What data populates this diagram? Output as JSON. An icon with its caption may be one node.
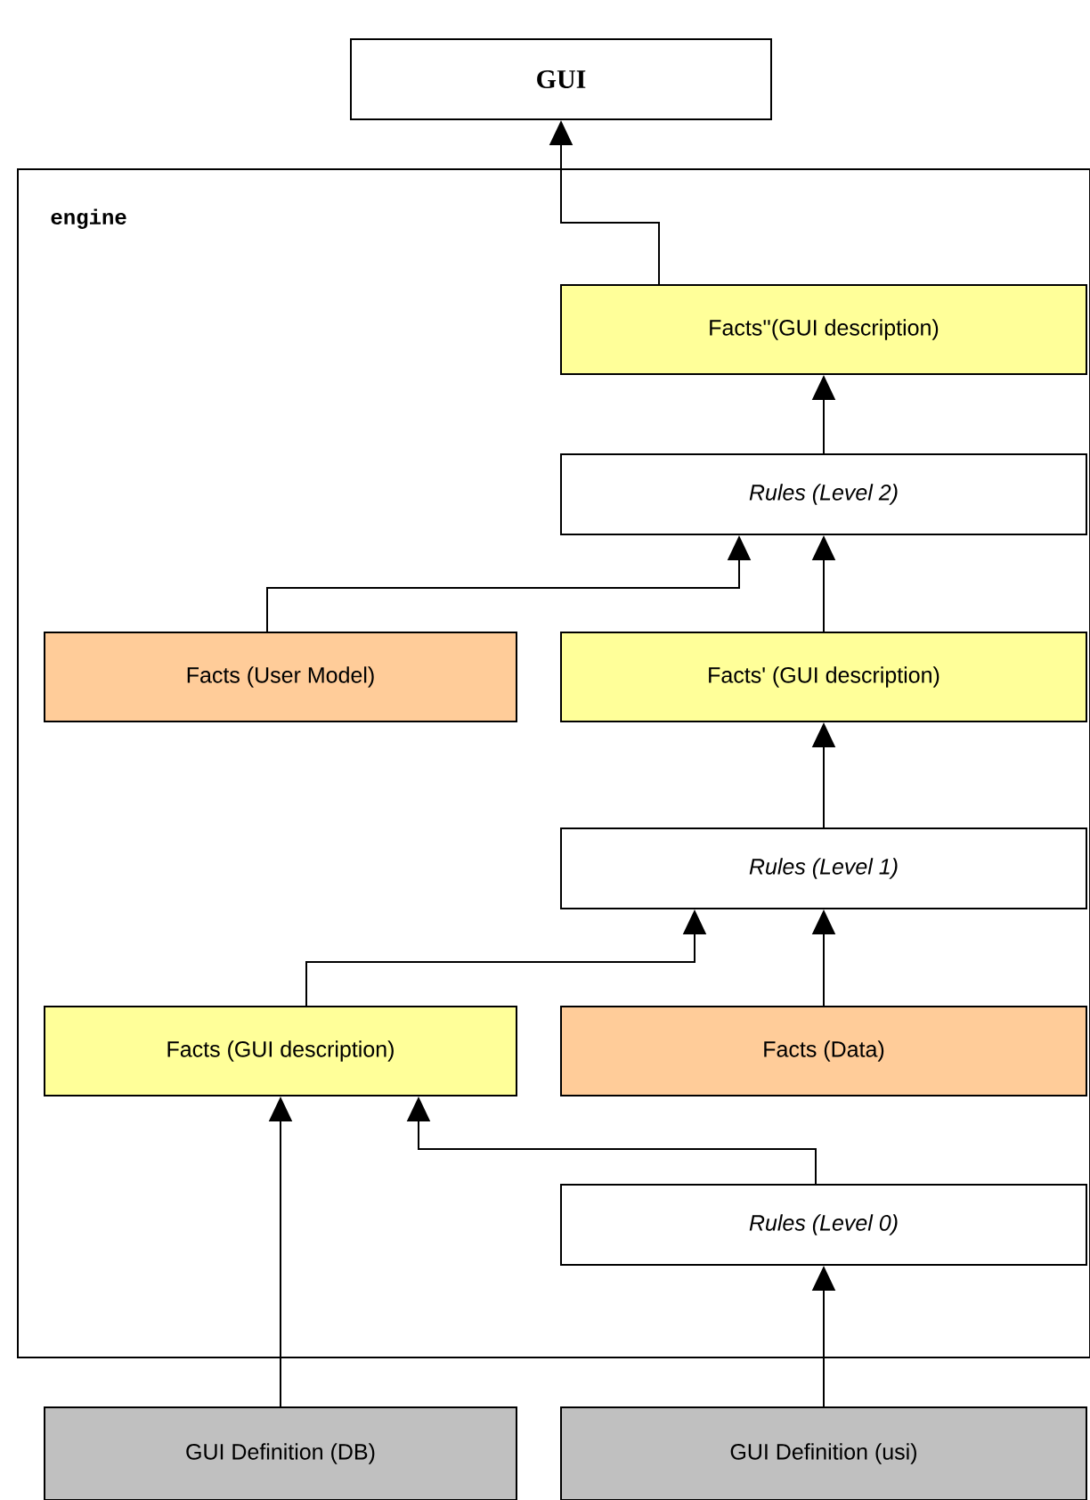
{
  "diagram": {
    "nodes": [
      {
        "text": [
          "GUI"
        ]
      },
      {
        "text": [
          "engine"
        ]
      },
      {
        "text": [
          "Facts''(GUI description)"
        ],
        "in": 1
      },
      {
        "text": [
          "Rules (Level 2)"
        ],
        "in": 1
      },
      {
        "text": [
          "Facts (User Model)"
        ],
        "in": 1
      },
      {
        "text": [
          "Facts' (GUI description)"
        ],
        "in": 1
      },
      {
        "text": [
          "Rules (Level 1)"
        ],
        "in": 1
      },
      {
        "text": [
          "Facts (GUI description)"
        ],
        "in": 1
      },
      {
        "text": [
          "Facts (Data)"
        ],
        "in": 1
      },
      {
        "text": [
          "Rules (Level 0)"
        ],
        "in": 1
      },
      {
        "text": [
          "GUI Definition (DB)"
        ]
      },
      {
        "text": [
          "GUI Definition (usi)"
        ]
      }
    ],
    "edges": [
      {
        "from": 2,
        "to": 0,
        "arrow": "to"
      },
      {
        "from": 3,
        "to": 2,
        "arrow": "to"
      },
      {
        "from": 4,
        "to": 3,
        "arrow": "to"
      },
      {
        "from": 5,
        "to": 3,
        "arrow": "to"
      },
      {
        "from": 6,
        "to": 5,
        "arrow": "to"
      },
      {
        "from": 7,
        "to": 6,
        "arrow": "to"
      },
      {
        "from": 8,
        "to": 6,
        "arrow": "to"
      },
      {
        "from": 9,
        "to": 7,
        "arrow": "to"
      },
      {
        "from": 10,
        "to": 7,
        "arrow": "to"
      },
      {
        "from": 11,
        "to": 9,
        "arrow": "to"
      }
    ]
  }
}
